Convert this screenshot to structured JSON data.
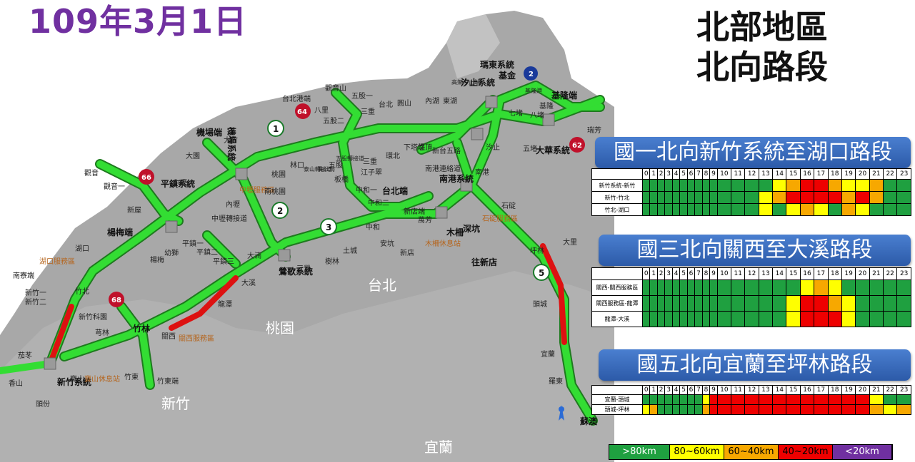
{
  "date": "109年3月1日",
  "title_line1": "北部地區",
  "title_line2": "北向路段",
  "map": {
    "regions": [
      "台北",
      "桃園",
      "新竹",
      "宜蘭"
    ],
    "freeway_shields": [
      "1",
      "2",
      "3",
      "5"
    ],
    "provincial_shields": [
      "64",
      "66",
      "62",
      "68",
      "2"
    ],
    "labels": [
      "機場端",
      "機場系統",
      "大竹",
      "大園",
      "觀音",
      "觀音一",
      "新屋",
      "平鎮系統",
      "中壢",
      "楊梅端",
      "湖口",
      "湖口服務區",
      "幼獅",
      "楊梅",
      "平鎮一",
      "平鎮二",
      "平鎮三",
      "中壢服務區",
      "中壢轉接道",
      "內壢",
      "南桃園",
      "桃園",
      "林口",
      "五股",
      "泰山轉接道",
      "五股轉接道",
      "高公局",
      "三重",
      "台北",
      "圓山",
      "內湖",
      "東湖",
      "高架汐止端",
      "汐止系統",
      "汐止",
      "基隆端",
      "基隆",
      "八堵",
      "七堵",
      "五堵",
      "大華系統",
      "瑪東系統",
      "基金",
      "基隆港",
      "中和",
      "三重",
      "江子翠",
      "板橋",
      "中和一",
      "中和二",
      "台北端",
      "環北",
      "下塔悠",
      "堤頂",
      "新台五路",
      "南港連絡道",
      "南港系統",
      "南港",
      "石碇",
      "新店端",
      "萬芳",
      "木柵",
      "深坑",
      "石碇服務區",
      "木柵休息站",
      "新店",
      "安坑",
      "土城",
      "樹林",
      "三鶯",
      "鶯歌系統",
      "大溪",
      "大湳",
      "龍潭",
      "關西",
      "關西服務區",
      "竹林",
      "竹東",
      "竹東端",
      "芎林",
      "新竹科園",
      "竹北",
      "新竹一",
      "新竹二",
      "南寮端",
      "茄苳",
      "香山",
      "新竹系統",
      "寶山",
      "寶山休息站",
      "頭份",
      "大里",
      "坪林",
      "頭城",
      "宜蘭",
      "羅東",
      "蘇澳",
      "觀音山",
      "台北港端",
      "八里",
      "五股一",
      "五股二",
      "往新店",
      "瑞芳"
    ]
  },
  "panels": [
    {
      "title": "國一北向新竹系統至湖口路段",
      "hours": [
        "0",
        "1",
        "2",
        "3",
        "4",
        "5",
        "6",
        "7",
        "8",
        "9",
        "10",
        "11",
        "12",
        "13",
        "14",
        "15",
        "16",
        "17",
        "18",
        "19",
        "20",
        "21",
        "22",
        "23"
      ],
      "rows": [
        {
          "label": "新竹系統-新竹",
          "cells": [
            "g",
            "g",
            "g",
            "g",
            "g",
            "g",
            "g",
            "g",
            "g",
            "g",
            "g",
            "g",
            "g",
            "g",
            "y",
            "o",
            "r",
            "r",
            "o",
            "y",
            "y",
            "o",
            "g",
            "g"
          ]
        },
        {
          "label": "新竹-竹北",
          "cells": [
            "g",
            "g",
            "g",
            "g",
            "g",
            "g",
            "g",
            "g",
            "g",
            "g",
            "g",
            "g",
            "g",
            "y",
            "o",
            "r",
            "r",
            "r",
            "r",
            "o",
            "r",
            "o",
            "g",
            "g"
          ]
        },
        {
          "label": "竹北-湖口",
          "cells": [
            "g",
            "g",
            "g",
            "g",
            "g",
            "g",
            "g",
            "g",
            "g",
            "g",
            "g",
            "g",
            "g",
            "y",
            "g",
            "y",
            "o",
            "y",
            "g",
            "o",
            "y",
            "g",
            "g",
            "g"
          ]
        }
      ]
    },
    {
      "title": "國三北向關西至大溪路段",
      "hours": [
        "0",
        "1",
        "2",
        "3",
        "4",
        "5",
        "6",
        "7",
        "8",
        "9",
        "10",
        "11",
        "12",
        "13",
        "14",
        "15",
        "16",
        "17",
        "18",
        "19",
        "20",
        "21",
        "22",
        "23"
      ],
      "rows": [
        {
          "label": "關西-關西服務區",
          "cells": [
            "g",
            "g",
            "g",
            "g",
            "g",
            "g",
            "g",
            "g",
            "g",
            "g",
            "g",
            "g",
            "g",
            "g",
            "g",
            "g",
            "y",
            "o",
            "y",
            "g",
            "g",
            "g",
            "g",
            "g"
          ]
        },
        {
          "label": "關西服務區-龍潭",
          "cells": [
            "g",
            "g",
            "g",
            "g",
            "g",
            "g",
            "g",
            "g",
            "g",
            "g",
            "g",
            "g",
            "g",
            "g",
            "g",
            "y",
            "r",
            "r",
            "o",
            "y",
            "g",
            "g",
            "g",
            "g"
          ]
        },
        {
          "label": "龍潭-大溪",
          "cells": [
            "g",
            "g",
            "g",
            "g",
            "g",
            "g",
            "g",
            "g",
            "g",
            "g",
            "g",
            "g",
            "g",
            "g",
            "g",
            "y",
            "r",
            "r",
            "r",
            "y",
            "g",
            "g",
            "g",
            "g"
          ]
        }
      ]
    },
    {
      "title": "國五北向宜蘭至坪林路段",
      "hours": [
        "0",
        "1",
        "2",
        "3",
        "4",
        "5",
        "6",
        "7",
        "8",
        "9",
        "10",
        "11",
        "12",
        "13",
        "14",
        "15",
        "16",
        "17",
        "18",
        "19",
        "20",
        "21",
        "22",
        "23"
      ],
      "rows": [
        {
          "label": "宜蘭-頭城",
          "cells": [
            "g",
            "g",
            "g",
            "g",
            "g",
            "g",
            "g",
            "g",
            "y",
            "r",
            "r",
            "r",
            "r",
            "r",
            "r",
            "r",
            "r",
            "r",
            "r",
            "r",
            "r",
            "y",
            "g",
            "g"
          ]
        },
        {
          "label": "頭城-坪林",
          "cells": [
            "y",
            "o",
            "g",
            "g",
            "g",
            "g",
            "g",
            "g",
            "o",
            "r",
            "r",
            "r",
            "r",
            "r",
            "r",
            "r",
            "r",
            "r",
            "r",
            "r",
            "r",
            "o",
            "y",
            "o"
          ]
        }
      ]
    }
  ],
  "legend": [
    {
      "label": ">80km",
      "color": "#1fa040"
    },
    {
      "label": "80~60km",
      "color": "#ffff00"
    },
    {
      "label": "60~40km",
      "color": "#f7a800"
    },
    {
      "label": "40~20km",
      "color": "#ee0000"
    },
    {
      "label": "<20km",
      "color": "#7030a0"
    }
  ]
}
